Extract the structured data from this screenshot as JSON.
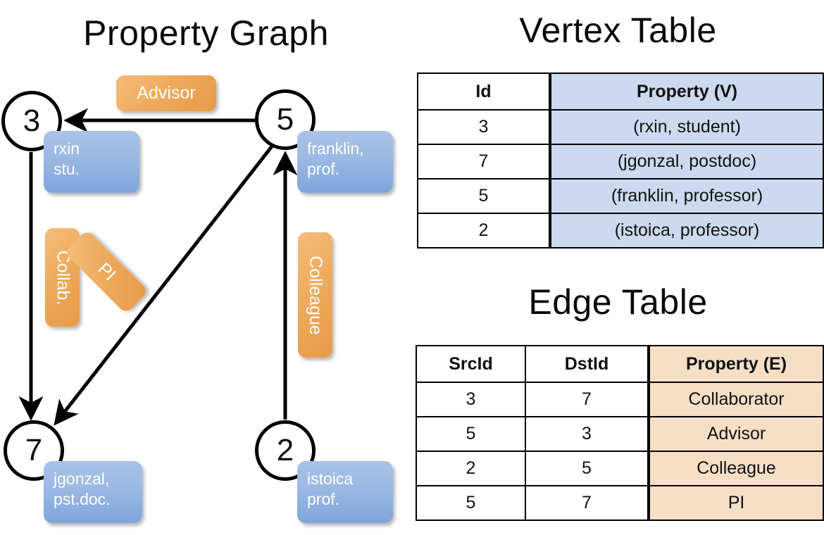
{
  "titles": {
    "graph": "Property Graph",
    "vertex": "Vertex Table",
    "edge": "Edge Table"
  },
  "graph": {
    "nodes": [
      {
        "id": "3",
        "label": "3",
        "property_line1": "rxin",
        "property_line2": "stu."
      },
      {
        "id": "5",
        "label": "5",
        "property_line1": "franklin,",
        "property_line2": "prof."
      },
      {
        "id": "7",
        "label": "7",
        "property_line1": "jgonzal,",
        "property_line2": "pst.doc."
      },
      {
        "id": "2",
        "label": "2",
        "property_line1": "istoica",
        "property_line2": "prof."
      }
    ],
    "edge_badges": [
      {
        "name": "advisor",
        "label": "Advisor"
      },
      {
        "name": "collab",
        "label": "Collab."
      },
      {
        "name": "pi",
        "label": "PI"
      },
      {
        "name": "colleague",
        "label": "Colleague"
      }
    ],
    "edges": [
      {
        "src": "5",
        "dst": "3",
        "label": "Advisor"
      },
      {
        "src": "3",
        "dst": "7",
        "label": "Collab."
      },
      {
        "src": "5",
        "dst": "7",
        "label": "PI"
      },
      {
        "src": "2",
        "dst": "5",
        "label": "Colleague"
      }
    ]
  },
  "vertex_table": {
    "headers": [
      "Id",
      "Property (V)"
    ],
    "rows": [
      {
        "id": "3",
        "property": "(rxin, student)"
      },
      {
        "id": "7",
        "property": "(jgonzal, postdoc)"
      },
      {
        "id": "5",
        "property": "(franklin, professor)"
      },
      {
        "id": "2",
        "property": "(istoica, professor)"
      }
    ]
  },
  "edge_table": {
    "headers": [
      "SrcId",
      "DstId",
      "Property (E)"
    ],
    "rows": [
      {
        "src": "3",
        "dst": "7",
        "property": "Collaborator"
      },
      {
        "src": "5",
        "dst": "3",
        "property": "Advisor"
      },
      {
        "src": "2",
        "dst": "5",
        "property": "Colleague"
      },
      {
        "src": "5",
        "dst": "7",
        "property": "PI"
      }
    ]
  },
  "colors": {
    "vertex_property_bg": "#ccd9ee",
    "edge_property_bg": "#f7dfc6",
    "node_property_box": "#9dbae4",
    "edge_badge": "#eeab5e",
    "line": "#000000",
    "background": "#ffffff"
  }
}
